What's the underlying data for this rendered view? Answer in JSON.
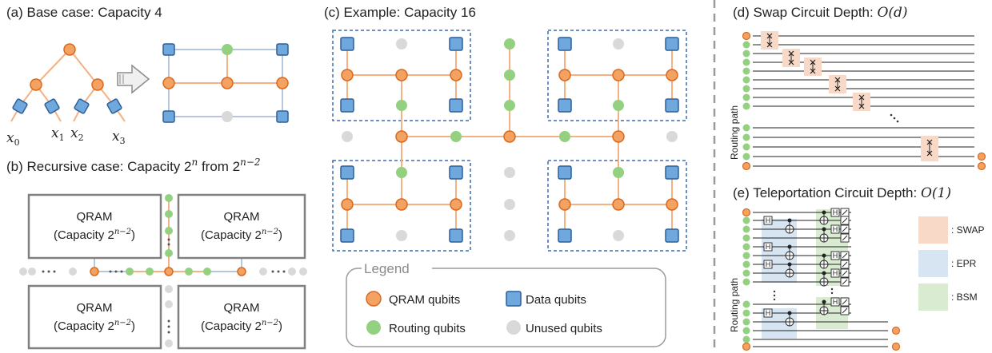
{
  "panel_a": {
    "title": "(a) Base case: Capacity 4",
    "leaves": [
      "x0",
      "x1",
      "x2",
      "x3"
    ]
  },
  "panel_b": {
    "title_prefix": "(b) Recursive case: Capacity 2",
    "title_exp": "n",
    "title_mid": " from 2",
    "title_exp2": "n−2",
    "box_title": "QRAM",
    "box_sub_prefix": "(Capacity 2",
    "box_sub_exp": "n−2",
    "box_sub_suffix": ")"
  },
  "panel_c": {
    "title": "(c) Example: Capacity 16",
    "legend_title": "Legend",
    "legend_items": [
      "QRAM qubits",
      "Data qubits",
      "Routing qubits",
      "Unused qubits"
    ]
  },
  "panel_d": {
    "title_prefix": "(d) Swap Circuit Depth: ",
    "title_math": "O(d)",
    "ylabel": "Routing path"
  },
  "panel_e": {
    "title_prefix": "(e) Teleportation Circuit Depth: ",
    "title_math": "O(1)",
    "ylabel": "Routing path",
    "gate_label": "H",
    "key_items": [
      {
        "label": ": SWAP",
        "color": "#f8d9c8"
      },
      {
        "label": ": EPR",
        "color": "#d7e4f2"
      },
      {
        "label": ": BSM",
        "color": "#d9ecd2"
      }
    ]
  },
  "colors": {
    "qram_fill": "#f4a261",
    "qram_stroke": "#d9691e",
    "data_fill": "#6fa8dc",
    "data_stroke": "#2f5f9a",
    "routing": "#93d07f",
    "unused": "#d9d9d9",
    "edge_orange": "#f4b183",
    "edge_blue": "#9db4d6"
  }
}
